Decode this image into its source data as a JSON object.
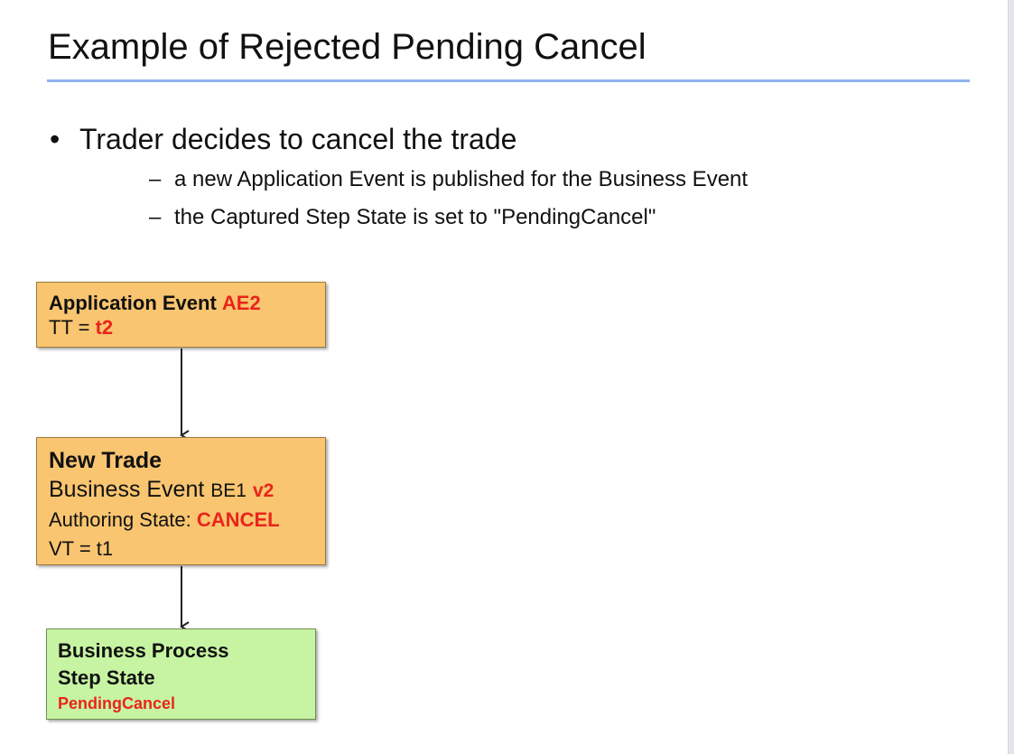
{
  "slide": {
    "title": "Example of Rejected Pending Cancel",
    "bullet": {
      "marker": "•",
      "text": "Trader decides to cancel the trade",
      "sub_items": [
        {
          "marker": "–",
          "text": "a new Application Event is published for the Business Event"
        },
        {
          "marker": "–",
          "text": "the Captured Step State is set to \"PendingCancel\""
        }
      ]
    }
  },
  "diagram": {
    "colors": {
      "orange_box": "#f9c570",
      "green_box": "#c7f4a2",
      "highlight_red": "#e8251b",
      "title_rule": "#8fb2ec"
    },
    "application_event": {
      "label": "Application Event",
      "id": "AE2",
      "tt_label": "TT =",
      "tt_value": "t2"
    },
    "new_trade": {
      "title": "New Trade",
      "business_event_label": "Business Event",
      "business_event_id": "BE1",
      "version": "v2",
      "authoring_state_label": "Authoring State:",
      "authoring_state_value": "CANCEL",
      "vt": "VT = t1"
    },
    "step_state": {
      "line1": "Business Process",
      "line2": "Step State",
      "value": "PendingCancel"
    }
  }
}
